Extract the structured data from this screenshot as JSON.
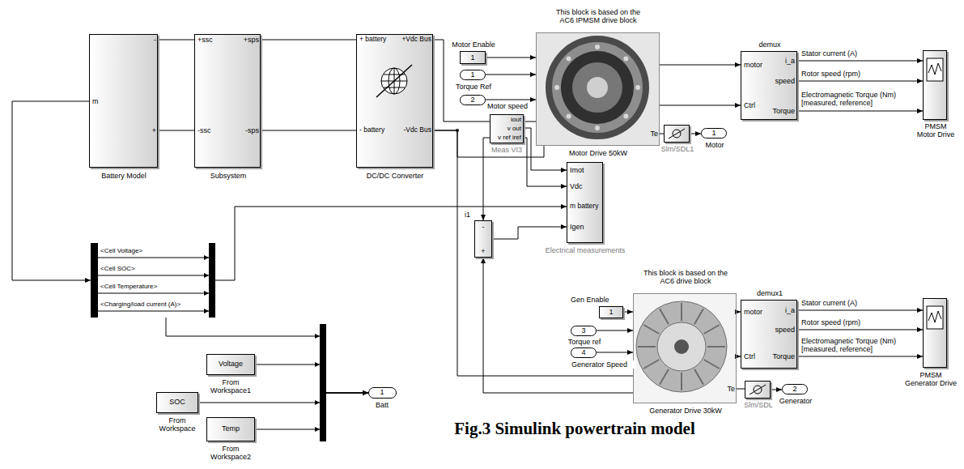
{
  "diagram": {
    "caption": "Fig.3 Simulink powertrain model",
    "nodes": [
      {
        "text": [
          "m",
          "-",
          "+",
          "Battery Model"
        ]
      },
      {
        "text": [
          "+ssc",
          "+sps",
          "-ssc",
          "-sps",
          "Subsystem"
        ]
      },
      {
        "text": [
          "+ battery",
          "+Vdc Bus",
          "- battery",
          "-Vdc Bus",
          "DC/DC Converter"
        ]
      },
      {
        "text": [
          "Motor Enable",
          "1"
        ]
      },
      {
        "text": [
          "1",
          "Torque Ref"
        ]
      },
      {
        "text": [
          "2"
        ]
      },
      {
        "text": [
          "iout",
          "v out",
          "v ref iref",
          "Meas VI3"
        ]
      },
      {
        "text": [
          "This block is based on the AC6 IPMSM drive block",
          "Te",
          "Motor Drive 50kW"
        ]
      },
      {
        "text": [
          "demux",
          "motor",
          "i_a",
          "speed",
          "Ctrl",
          "Torque"
        ]
      },
      {
        "text": [
          "PMSM Motor Drive"
        ]
      },
      {
        "text": [
          "Slm/SDL1"
        ]
      },
      {
        "text": [
          "1",
          "Motor"
        ]
      },
      {
        "text": [
          "Imot",
          "Vdc",
          "m battery",
          "Igen",
          "Electrical measurements"
        ]
      },
      {
        "text": [
          "i1",
          "-",
          "+"
        ]
      },
      {
        "text": [
          "<Cell Voltage>",
          "<Cell SOC>",
          "<Cell Temperature>",
          "<Charging/load current (A)>"
        ]
      },
      {
        "text": [
          "Voltage",
          "From Workspace1"
        ]
      },
      {
        "text": [
          "SOC",
          "From Workspace"
        ]
      },
      {
        "text": [
          "Temp",
          "From Workspace2"
        ]
      },
      {
        "text": [
          "1",
          "Batt"
        ]
      },
      {
        "text": [
          "Gen Enable",
          "1"
        ]
      },
      {
        "text": [
          "3",
          "Torque ref"
        ]
      },
      {
        "text": [
          "4"
        ]
      },
      {
        "text": [
          "This block is based on the AC6 drive block",
          "Te",
          "Generator Drive 30kW"
        ]
      },
      {
        "text": [
          "demux1",
          "motor",
          "i_a",
          "speed",
          "Ctrl",
          "Torque"
        ]
      },
      {
        "text": [
          "PMSM Generator Drive"
        ]
      },
      {
        "text": [
          "Slm/SDL"
        ]
      },
      {
        "text": [
          "2",
          "Generator"
        ]
      }
    ],
    "edges": [
      {
        "from": 0,
        "to": 1,
        "arrow": "none"
      },
      {
        "from": 0,
        "to": 1,
        "arrow": "none"
      },
      {
        "from": 1,
        "to": 2,
        "arrow": "none"
      },
      {
        "from": 1,
        "to": 2,
        "arrow": "none"
      },
      {
        "from": 2,
        "to": 6,
        "arrow": "none"
      },
      {
        "from": 2,
        "to": 7,
        "arrow": "none"
      },
      {
        "from": 2,
        "to": 22,
        "arrow": "none"
      },
      {
        "from": 6,
        "to": 7,
        "arrow": "none"
      },
      {
        "from": 3,
        "to": 7,
        "arrow": "to"
      },
      {
        "from": 4,
        "to": 7,
        "arrow": "to"
      },
      {
        "from": 5,
        "to": 7,
        "label": "Motor speed",
        "arrow": "to"
      },
      {
        "from": 7,
        "to": 8,
        "arrow": "to"
      },
      {
        "from": 7,
        "to": 8,
        "arrow": "to"
      },
      {
        "from": 8,
        "to": 9,
        "label": "Stator current (A)",
        "arrow": "to"
      },
      {
        "from": 8,
        "to": 9,
        "label": "Rotor speed (rpm)",
        "arrow": "to"
      },
      {
        "from": 8,
        "to": 9,
        "label": "Electromagnetic Torque (Nm) [measured, reference]",
        "arrow": "to"
      },
      {
        "from": 7,
        "to": 10,
        "arrow": "none"
      },
      {
        "from": 10,
        "to": 11,
        "arrow": "to"
      },
      {
        "from": 6,
        "to": 12,
        "arrow": "to"
      },
      {
        "from": 6,
        "to": 12,
        "arrow": "to"
      },
      {
        "from": 6,
        "to": 13,
        "arrow": "to"
      },
      {
        "from": 22,
        "to": 13,
        "arrow": "to"
      },
      {
        "from": 13,
        "to": 12,
        "arrow": "to"
      },
      {
        "from": 0,
        "to": 14,
        "arrow": "to"
      },
      {
        "from": 14,
        "to": 12,
        "arrow": "to"
      },
      {
        "from": 14,
        "to": 18,
        "arrow": "to"
      },
      {
        "from": 15,
        "to": 18,
        "arrow": "to"
      },
      {
        "from": 16,
        "to": 18,
        "arrow": "to"
      },
      {
        "from": 17,
        "to": 18,
        "arrow": "to"
      },
      {
        "from": 19,
        "to": 22,
        "arrow": "to"
      },
      {
        "from": 20,
        "to": 22,
        "arrow": "to"
      },
      {
        "from": 21,
        "to": 22,
        "label": "Generator Speed",
        "arrow": "to"
      },
      {
        "from": 22,
        "to": 23,
        "arrow": "to"
      },
      {
        "from": 22,
        "to": 23,
        "arrow": "to"
      },
      {
        "from": 23,
        "to": 24,
        "label": "Stator current (A)",
        "arrow": "to"
      },
      {
        "from": 23,
        "to": 24,
        "label": "Rotor speed (rpm)",
        "arrow": "to"
      },
      {
        "from": 23,
        "to": 24,
        "label": "Electromagnetic Torque (Nm) [measured, reference]",
        "arrow": "to"
      },
      {
        "from": 22,
        "to": 25,
        "arrow": "none"
      },
      {
        "from": 25,
        "to": 26,
        "arrow": "to"
      }
    ]
  }
}
